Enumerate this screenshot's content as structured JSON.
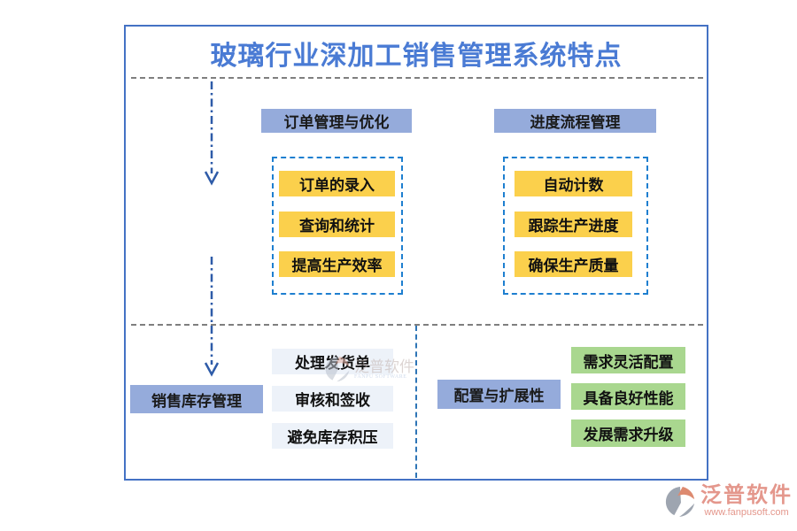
{
  "title": "玻璃行业深加工销售管理系统特点",
  "colors": {
    "border_blue": "#4472C4",
    "header_blue": "#95ABDB",
    "item_yellow": "#FBD04C",
    "item_green": "#A9D78F",
    "item_light": "#EDF2F9",
    "dashed_blue": "#1E7FD0",
    "divider_gray": "#7F7F7F",
    "arrow_blue": "#2E5BA8",
    "title_blue": "#4A7BD4",
    "logo_salmon": "#E4978C",
    "logo_gray": "#9EA5B0"
  },
  "top_section": {
    "groups": [
      {
        "header": "订单管理与优化",
        "items": [
          "订单的录入",
          "查询和统计",
          "提高生产效率"
        ]
      },
      {
        "header": "进度流程管理",
        "items": [
          "自动计数",
          "跟踪生产进度",
          "确保生产质量"
        ]
      }
    ]
  },
  "bottom_section": {
    "groups": [
      {
        "header": "销售库存管理",
        "items": [
          "处理发货单",
          "审核和签收",
          "避免库存积压"
        ]
      },
      {
        "header": "配置与扩展性",
        "items": [
          "需求灵活配置",
          "具备良好性能",
          "发展需求升级"
        ]
      }
    ]
  },
  "watermark": {
    "name": "泛普软件",
    "subtext": "FANPU SOFTWARE"
  },
  "logo": {
    "name": "泛普软件",
    "url": "www.fanpusoft.com"
  }
}
